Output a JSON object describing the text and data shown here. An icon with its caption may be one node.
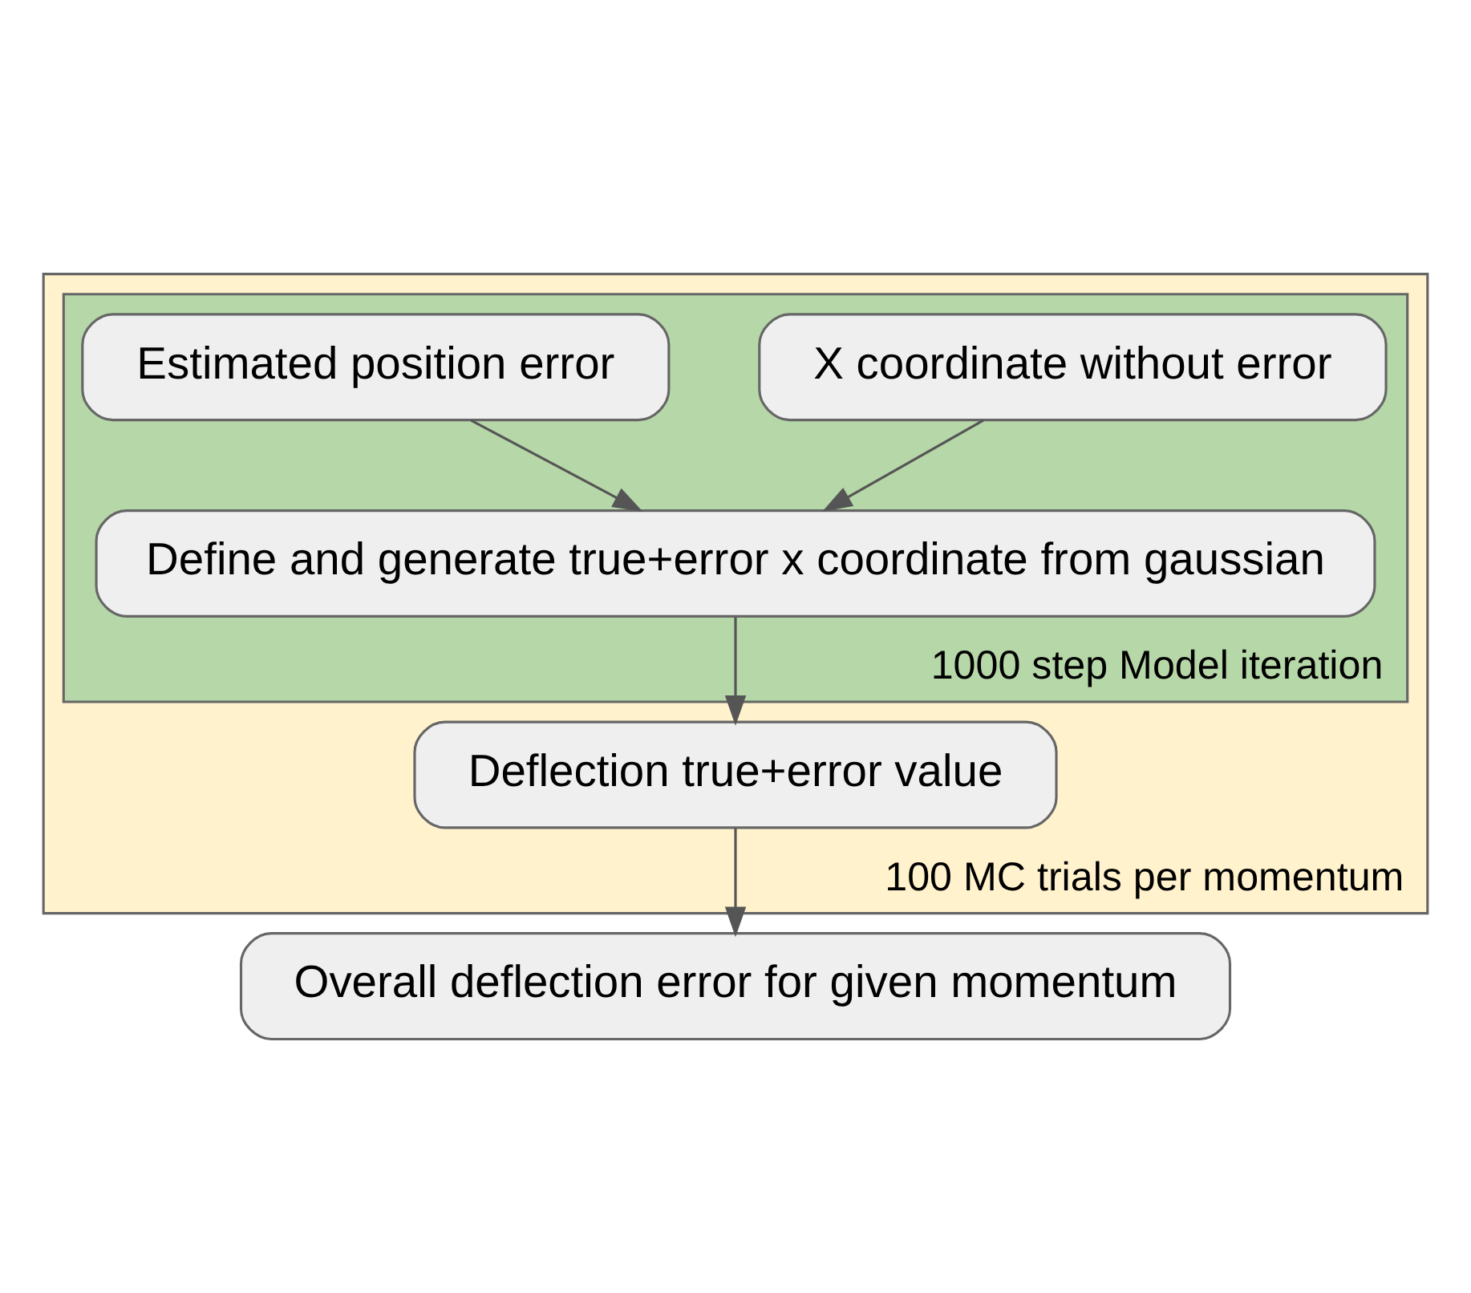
{
  "diagram": {
    "nodes": [
      {
        "text": [
          "100 MC trials per momentum"
        ]
      },
      {
        "text": [
          "1000 step Model iteration"
        ],
        "in": 0
      },
      {
        "text": [
          "X coordinate without error"
        ],
        "in": 1
      },
      {
        "text": [
          "Estimated position error"
        ],
        "in": 1
      },
      {
        "text": [
          "Define and generate true+error x coordinate from gaussian"
        ],
        "in": 1
      },
      {
        "text": [
          "Deflection true+error value"
        ],
        "in": 0
      },
      {
        "text": [
          "Overall deflection error for given momentum"
        ]
      }
    ],
    "edges": [
      {
        "from": 2,
        "to": 4,
        "arrow": "to"
      },
      {
        "from": 3,
        "to": 4,
        "arrow": "to"
      },
      {
        "from": 4,
        "to": 5,
        "arrow": "to"
      },
      {
        "from": 5,
        "to": 6,
        "arrow": "to"
      }
    ]
  }
}
